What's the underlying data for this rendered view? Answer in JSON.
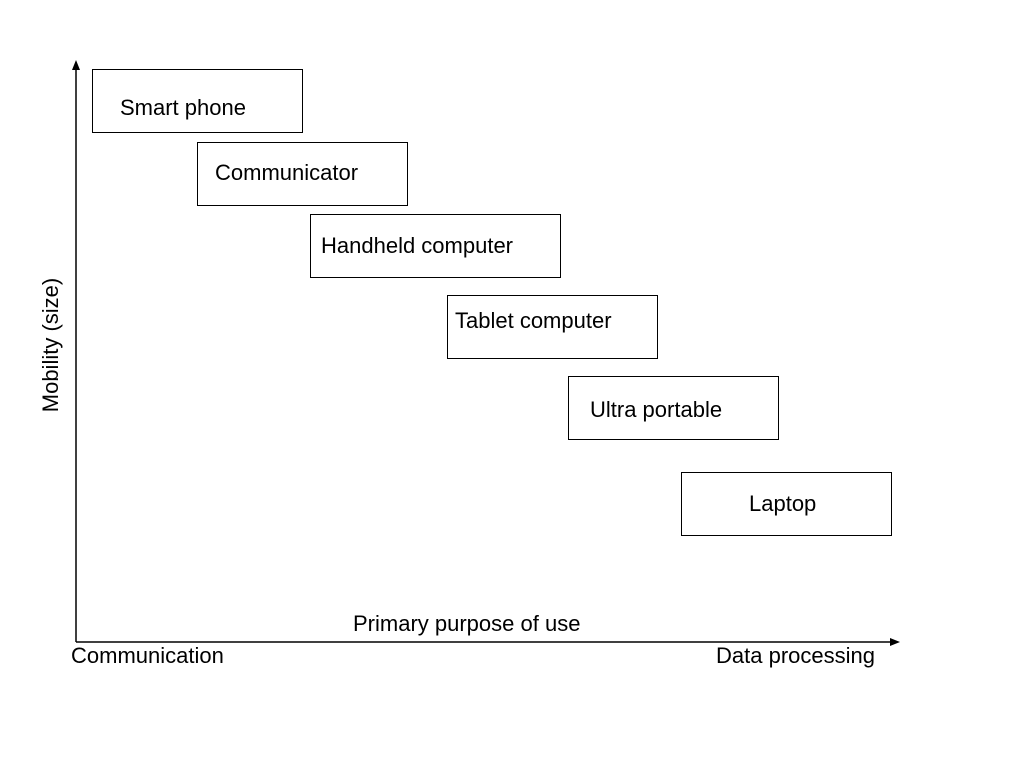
{
  "diagram": {
    "y_axis_label": "Mobility (size)",
    "x_axis_label": "Primary purpose of use",
    "x_axis_left_end": "Communication",
    "x_axis_right_end": "Data processing",
    "categories": [
      "Smart phone",
      "Communicator",
      "Handheld computer",
      "Tablet computer",
      "Ultra portable",
      "Laptop"
    ]
  }
}
